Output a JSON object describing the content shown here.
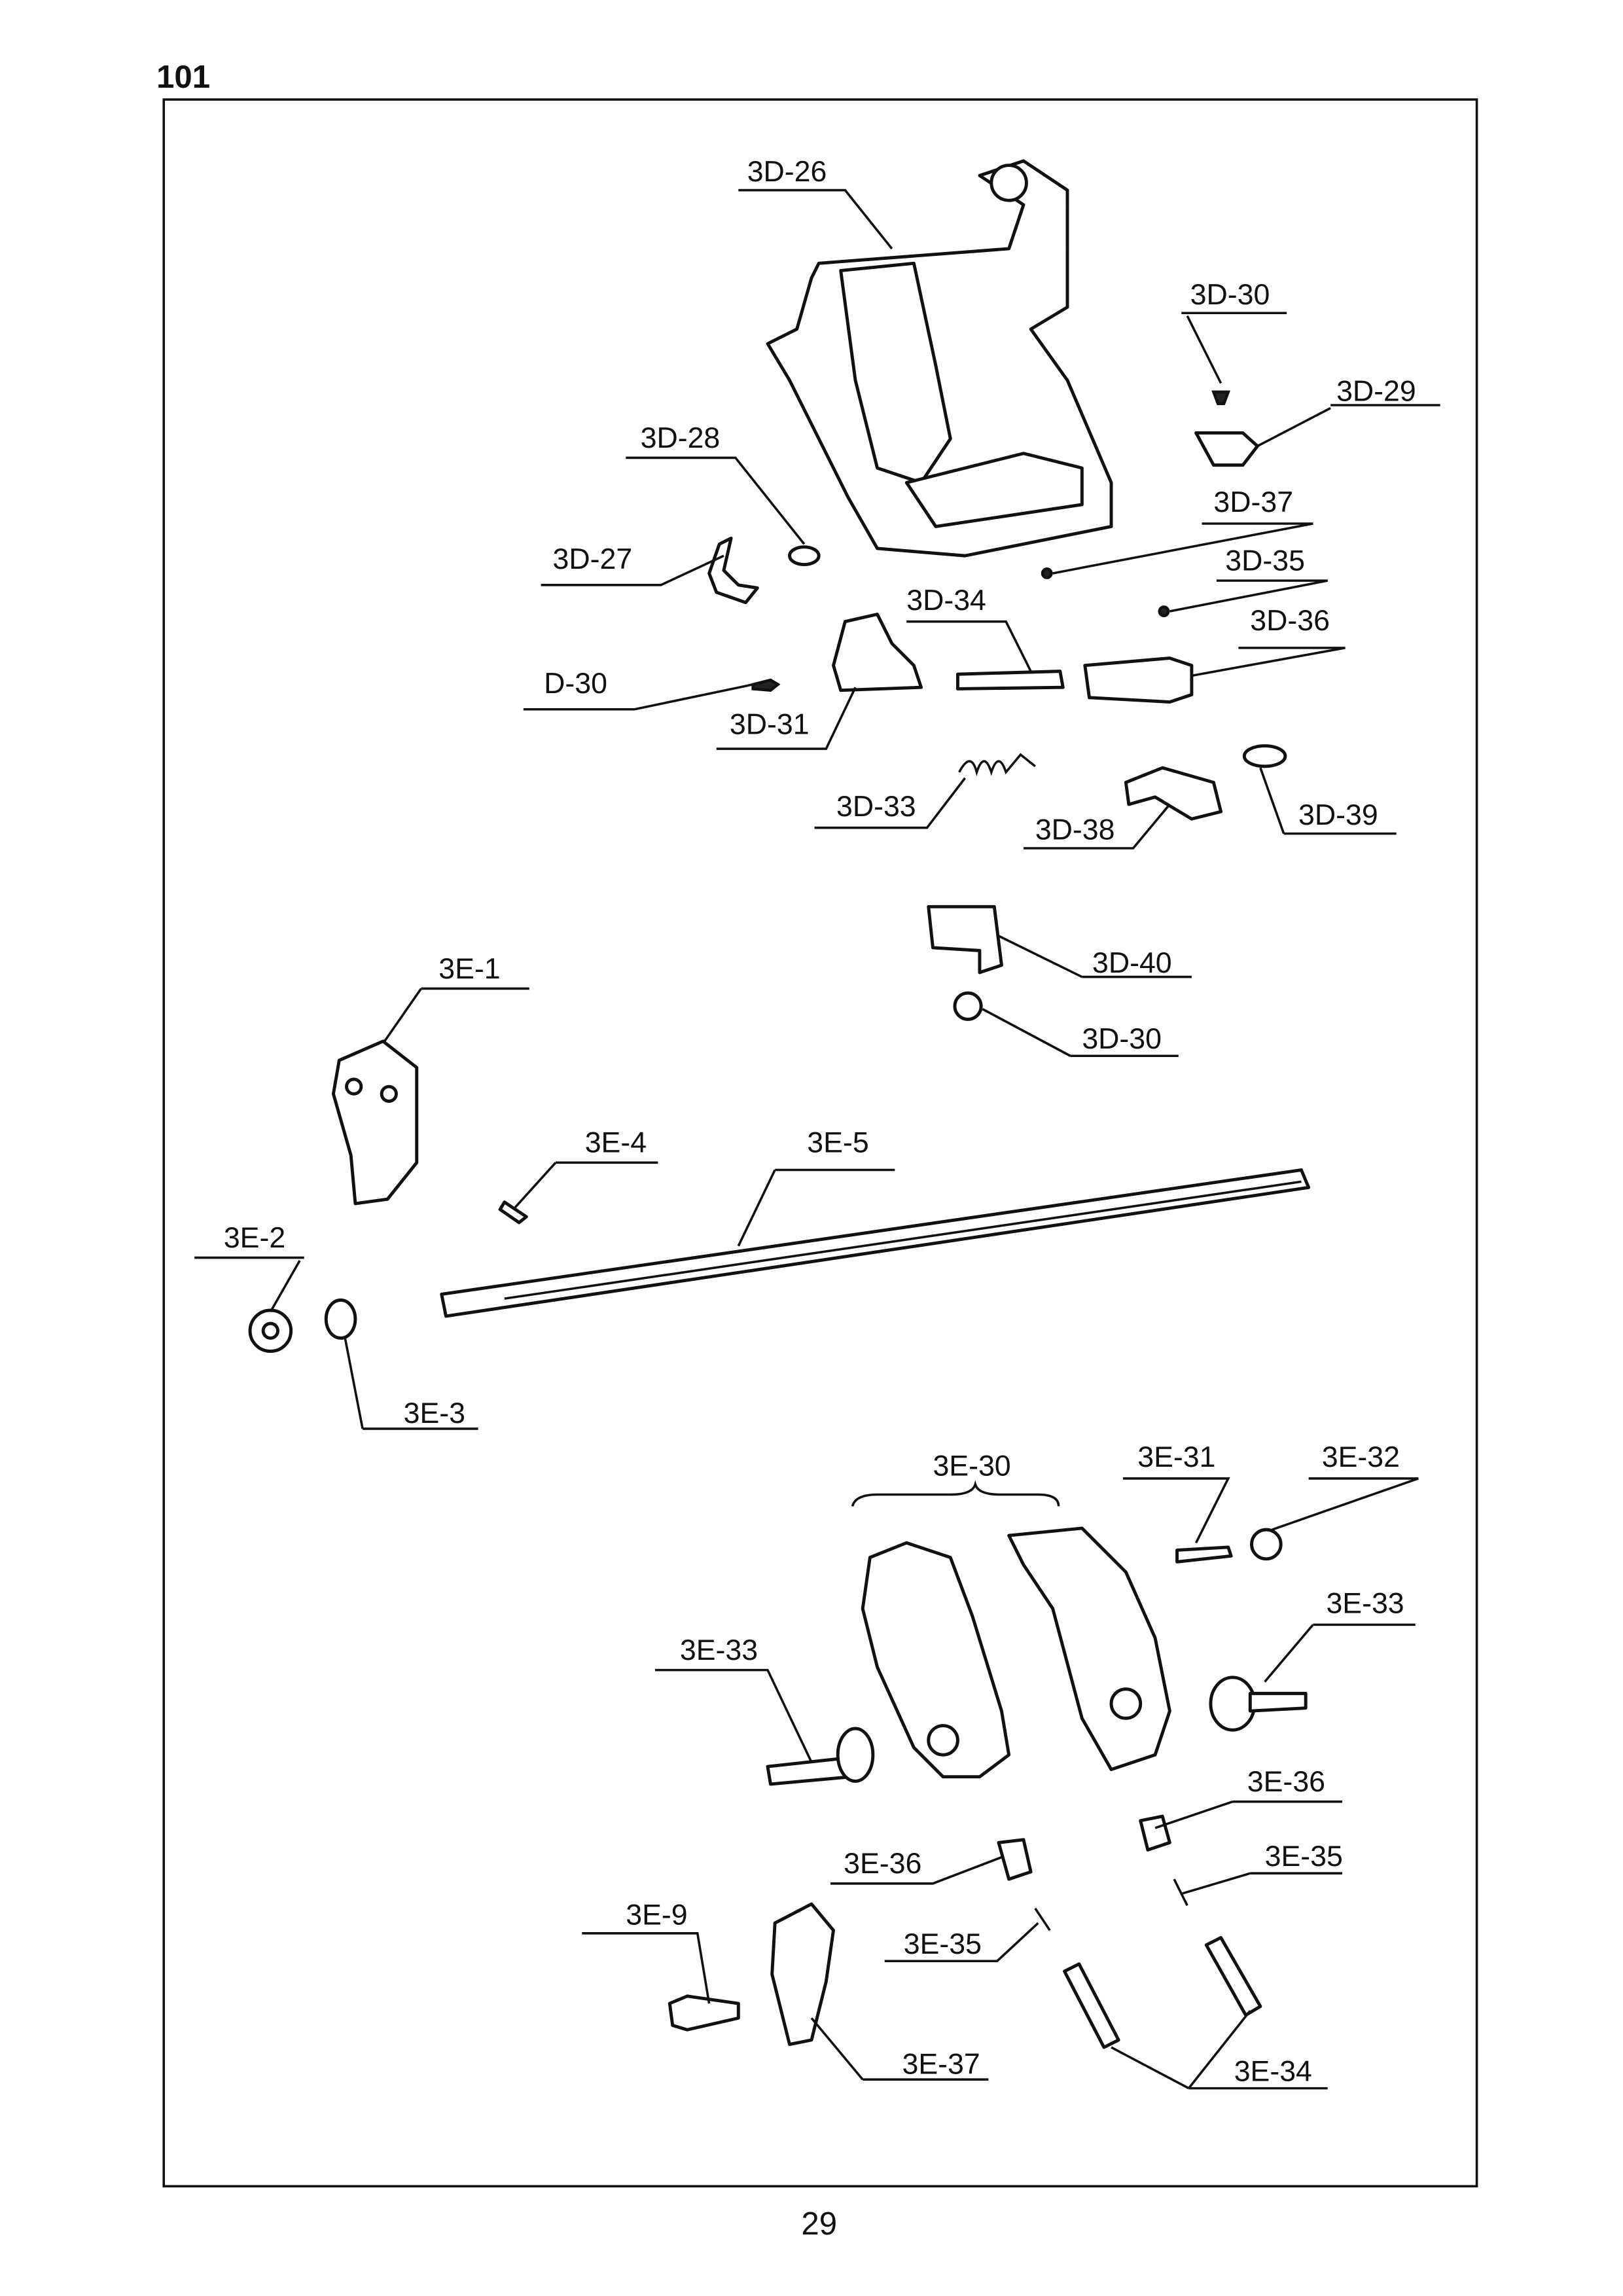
{
  "page": {
    "section_number": "101",
    "page_number": "29"
  },
  "labels": [
    "3D-26",
    "3D-30",
    "3D-29",
    "3D-28",
    "3D-37",
    "3D-27",
    "3D-35",
    "3D-34",
    "3D-36",
    "D-30",
    "3D-31",
    "3D-33",
    "3D-38",
    "3D-39",
    "3D-40",
    "3D-30",
    "3E-1",
    "3E-4",
    "3E-5",
    "3E-2",
    "3E-3",
    "3E-30",
    "3E-31",
    "3E-32",
    "3E-33",
    "3E-33",
    "3E-36",
    "3E-36",
    "3E-35",
    "3E-9",
    "3E-35",
    "3E-37",
    "3E-34"
  ]
}
